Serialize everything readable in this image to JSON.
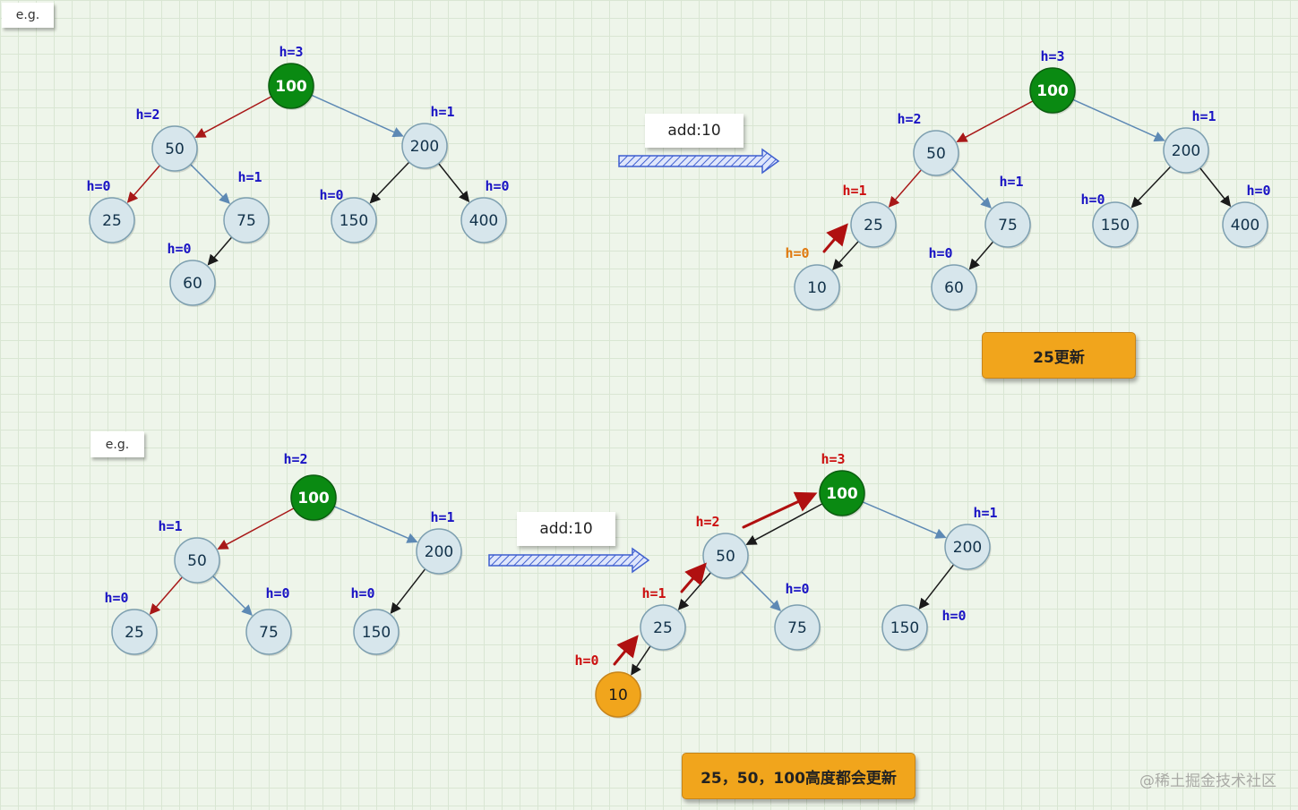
{
  "eg_labels": [
    "e.g.",
    "e.g."
  ],
  "add_labels": [
    "add:10",
    "add:10"
  ],
  "notes": [
    "25更新",
    "25，50，100高度都会更新"
  ],
  "watermark": "@稀土掘金技术社区",
  "colors": {
    "root_fill": "#0a8a12",
    "node_fill": "#d7e6ec",
    "node_stroke": "#7d9fb0",
    "inserted_fill": "#f1a51c",
    "height_blue": "#1a14c4",
    "height_red": "#cc1010",
    "height_orange": "#e07a10",
    "edge_blue": "#5d89b4",
    "edge_red": "#a81818",
    "edge_black": "#1a1a1a",
    "update_arrow": "#b01010",
    "transition_arrow": "#3f5fcf"
  },
  "diagrams": [
    {
      "id": "tree-1-before",
      "nodes": [
        {
          "key": "n100",
          "value": "100",
          "style": "root",
          "h": "h=3",
          "hcolor": "blue"
        },
        {
          "key": "n50",
          "value": "50",
          "style": "normal",
          "h": "h=2",
          "hcolor": "blue"
        },
        {
          "key": "n200",
          "value": "200",
          "style": "normal",
          "h": "h=1",
          "hcolor": "blue"
        },
        {
          "key": "n25",
          "value": "25",
          "style": "normal",
          "h": "h=0",
          "hcolor": "blue"
        },
        {
          "key": "n75",
          "value": "75",
          "style": "normal",
          "h": "h=1",
          "hcolor": "blue"
        },
        {
          "key": "n150",
          "value": "150",
          "style": "normal",
          "h": "h=0",
          "hcolor": "blue"
        },
        {
          "key": "n400",
          "value": "400",
          "style": "normal",
          "h": "h=0",
          "hcolor": "blue"
        },
        {
          "key": "n60",
          "value": "60",
          "style": "normal",
          "h": "h=0",
          "hcolor": "blue"
        }
      ],
      "edges": [
        {
          "from": "n100",
          "to": "n50",
          "color": "red"
        },
        {
          "from": "n100",
          "to": "n200",
          "color": "blue"
        },
        {
          "from": "n50",
          "to": "n25",
          "color": "red"
        },
        {
          "from": "n50",
          "to": "n75",
          "color": "blue"
        },
        {
          "from": "n200",
          "to": "n150",
          "color": "black"
        },
        {
          "from": "n200",
          "to": "n400",
          "color": "black"
        },
        {
          "from": "n75",
          "to": "n60",
          "color": "black"
        }
      ]
    },
    {
      "id": "tree-1-after",
      "nodes": [
        {
          "key": "n100",
          "value": "100",
          "style": "root",
          "h": "h=3",
          "hcolor": "blue"
        },
        {
          "key": "n50",
          "value": "50",
          "style": "normal",
          "h": "h=2",
          "hcolor": "blue"
        },
        {
          "key": "n200",
          "value": "200",
          "style": "normal",
          "h": "h=1",
          "hcolor": "blue"
        },
        {
          "key": "n25",
          "value": "25",
          "style": "normal",
          "h": "h=1",
          "hcolor": "red"
        },
        {
          "key": "n75",
          "value": "75",
          "style": "normal",
          "h": "h=1",
          "hcolor": "blue"
        },
        {
          "key": "n150",
          "value": "150",
          "style": "normal",
          "h": "h=0",
          "hcolor": "blue"
        },
        {
          "key": "n400",
          "value": "400",
          "style": "normal",
          "h": "h=0",
          "hcolor": "blue"
        },
        {
          "key": "n10",
          "value": "10",
          "style": "normal",
          "h": "h=0",
          "hcolor": "orange"
        },
        {
          "key": "n60",
          "value": "60",
          "style": "normal",
          "h": "h=0",
          "hcolor": "blue"
        }
      ],
      "edges": [
        {
          "from": "n100",
          "to": "n50",
          "color": "red"
        },
        {
          "from": "n100",
          "to": "n200",
          "color": "blue"
        },
        {
          "from": "n50",
          "to": "n25",
          "color": "red"
        },
        {
          "from": "n50",
          "to": "n75",
          "color": "blue"
        },
        {
          "from": "n200",
          "to": "n150",
          "color": "black"
        },
        {
          "from": "n200",
          "to": "n400",
          "color": "black"
        },
        {
          "from": "n25",
          "to": "n10",
          "color": "black"
        },
        {
          "from": "n75",
          "to": "n60",
          "color": "black"
        }
      ]
    },
    {
      "id": "tree-2-before",
      "nodes": [
        {
          "key": "n100",
          "value": "100",
          "style": "root",
          "h": "h=2",
          "hcolor": "blue"
        },
        {
          "key": "n50",
          "value": "50",
          "style": "normal",
          "h": "h=1",
          "hcolor": "blue"
        },
        {
          "key": "n200",
          "value": "200",
          "style": "normal",
          "h": "h=1",
          "hcolor": "blue"
        },
        {
          "key": "n25",
          "value": "25",
          "style": "normal",
          "h": "h=0",
          "hcolor": "blue"
        },
        {
          "key": "n75",
          "value": "75",
          "style": "normal",
          "h": "h=0",
          "hcolor": "blue"
        },
        {
          "key": "n150",
          "value": "150",
          "style": "normal",
          "h": "h=0",
          "hcolor": "blue"
        }
      ],
      "edges": [
        {
          "from": "n100",
          "to": "n50",
          "color": "red"
        },
        {
          "from": "n100",
          "to": "n200",
          "color": "blue"
        },
        {
          "from": "n50",
          "to": "n25",
          "color": "red"
        },
        {
          "from": "n50",
          "to": "n75",
          "color": "blue"
        },
        {
          "from": "n200",
          "to": "n150",
          "color": "black"
        }
      ]
    },
    {
      "id": "tree-2-after",
      "nodes": [
        {
          "key": "n100",
          "value": "100",
          "style": "root",
          "h": "h=3",
          "hcolor": "red"
        },
        {
          "key": "n50",
          "value": "50",
          "style": "normal",
          "h": "h=2",
          "hcolor": "red"
        },
        {
          "key": "n200",
          "value": "200",
          "style": "normal",
          "h": "h=1",
          "hcolor": "blue"
        },
        {
          "key": "n25",
          "value": "25",
          "style": "normal",
          "h": "h=1",
          "hcolor": "red"
        },
        {
          "key": "n75",
          "value": "75",
          "style": "normal",
          "h": "h=0",
          "hcolor": "blue"
        },
        {
          "key": "n150",
          "value": "150",
          "style": "normal",
          "h": "h=0",
          "hcolor": "blue"
        },
        {
          "key": "n10",
          "value": "10",
          "style": "inserted",
          "h": "h=0",
          "hcolor": "red"
        }
      ],
      "edges": [
        {
          "from": "n100",
          "to": "n50",
          "color": "black"
        },
        {
          "from": "n100",
          "to": "n200",
          "color": "blue"
        },
        {
          "from": "n50",
          "to": "n25",
          "color": "black"
        },
        {
          "from": "n50",
          "to": "n75",
          "color": "blue"
        },
        {
          "from": "n200",
          "to": "n150",
          "color": "black"
        },
        {
          "from": "n25",
          "to": "n10",
          "color": "black"
        }
      ]
    }
  ]
}
